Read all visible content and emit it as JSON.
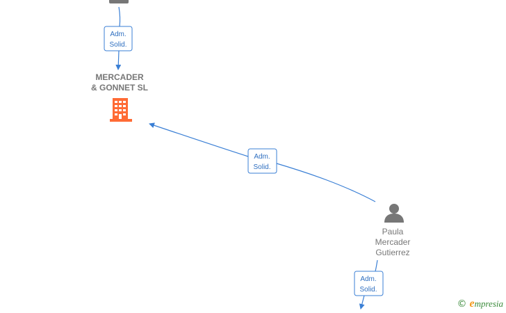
{
  "nodes": {
    "company": {
      "line1": "MERCADER",
      "line2": "& GONNET  SL",
      "icon": "building-icon",
      "color": "#ff6b35"
    },
    "person_bottom": {
      "line1": "Paula",
      "line2": "Mercader",
      "line3": "Gutierrez",
      "icon": "person-icon",
      "color": "#777777"
    },
    "person_top": {
      "icon": "person-icon",
      "color": "#777777"
    }
  },
  "edges": {
    "top_to_company": {
      "line1": "Adm.",
      "line2": "Solid."
    },
    "paula_to_company": {
      "line1": "Adm.",
      "line2": "Solid."
    },
    "paula_to_below": {
      "line1": "Adm.",
      "line2": "Solid."
    }
  },
  "colors": {
    "edge": "#3a7fd5",
    "company": "#ff6b35",
    "person": "#777777"
  },
  "watermark": {
    "symbol": "©",
    "brand_initial": "e",
    "brand_rest": "mpresia"
  }
}
